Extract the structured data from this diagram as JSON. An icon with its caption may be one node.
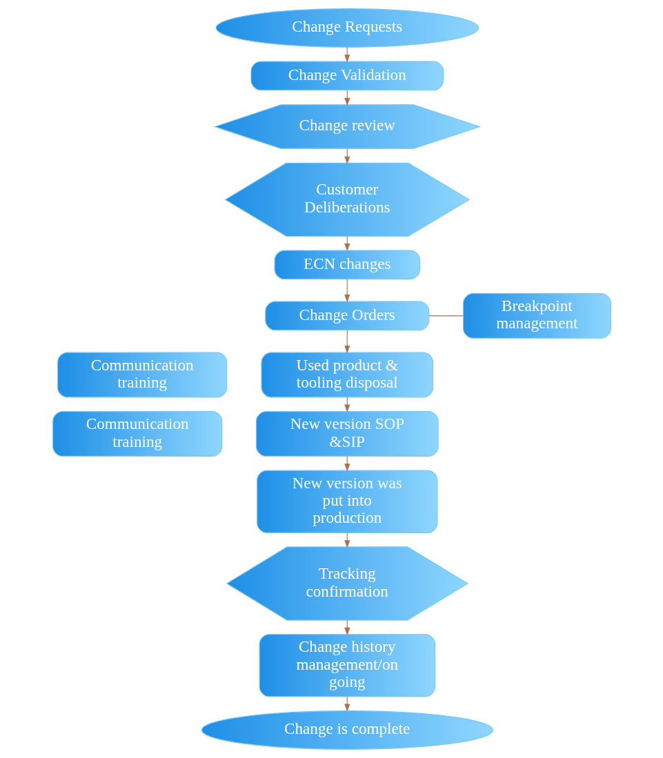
{
  "diagram": {
    "nodes": [
      {
        "text": [
          "Change Requests"
        ]
      },
      {
        "text": [
          "Change Validation"
        ]
      },
      {
        "text": [
          "Change review"
        ]
      },
      {
        "text": [
          "Customer Deliberations"
        ]
      },
      {
        "text": [
          "ECN changes"
        ]
      },
      {
        "text": [
          "Change Orders"
        ]
      },
      {
        "text": [
          "Breakpoint management"
        ]
      },
      {
        "text": [
          "Communication training"
        ]
      },
      {
        "text": [
          "Used product & tooling disposal"
        ]
      },
      {
        "text": [
          "New version SOP &SIP"
        ]
      },
      {
        "text": [
          "Communication training"
        ]
      },
      {
        "text": [
          "New version was put into production"
        ]
      },
      {
        "text": [
          "Tracking confirmation"
        ]
      },
      {
        "text": [
          "Change history management/on going"
        ]
      },
      {
        "text": [
          "Change is complete"
        ]
      }
    ],
    "edges": [
      {
        "from": 0,
        "to": 1,
        "arrow": "to"
      },
      {
        "from": 1,
        "to": 2,
        "arrow": "to"
      },
      {
        "from": 2,
        "to": 3,
        "arrow": "to"
      },
      {
        "from": 3,
        "to": 4,
        "arrow": "to"
      },
      {
        "from": 4,
        "to": 5,
        "arrow": "to"
      },
      {
        "from": 5,
        "to": 6,
        "arrow": "none"
      },
      {
        "from": 5,
        "to": 8,
        "arrow": "to"
      },
      {
        "from": 8,
        "to": 9,
        "arrow": "to"
      },
      {
        "from": 9,
        "to": 11,
        "arrow": "to"
      },
      {
        "from": 11,
        "to": 12,
        "arrow": "to"
      },
      {
        "from": 12,
        "to": 13,
        "arrow": "to"
      },
      {
        "from": 13,
        "to": 14,
        "arrow": "to"
      }
    ]
  }
}
